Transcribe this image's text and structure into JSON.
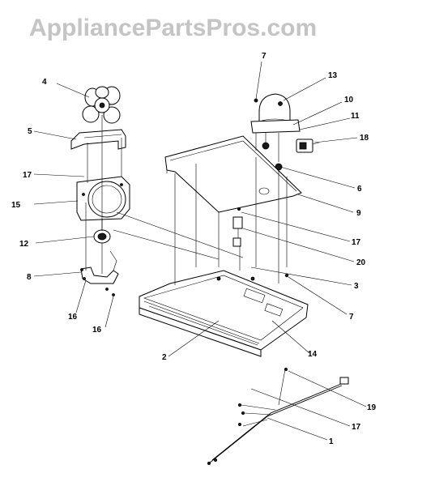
{
  "watermark": {
    "text": "AppliancePartsPros.com"
  },
  "callouts": [
    {
      "id": "c7a",
      "label": "7"
    },
    {
      "id": "c13",
      "label": "13"
    },
    {
      "id": "c4",
      "label": "4"
    },
    {
      "id": "c10",
      "label": "10"
    },
    {
      "id": "c11",
      "label": "11"
    },
    {
      "id": "c5",
      "label": "5"
    },
    {
      "id": "c18",
      "label": "18"
    },
    {
      "id": "c17a",
      "label": "17"
    },
    {
      "id": "c6",
      "label": "6"
    },
    {
      "id": "c15",
      "label": "15"
    },
    {
      "id": "c9",
      "label": "9"
    },
    {
      "id": "c17b",
      "label": "17"
    },
    {
      "id": "c12",
      "label": "12"
    },
    {
      "id": "c20",
      "label": "20"
    },
    {
      "id": "c8",
      "label": "8"
    },
    {
      "id": "c3",
      "label": "3"
    },
    {
      "id": "c16a",
      "label": "16"
    },
    {
      "id": "c7b",
      "label": "7"
    },
    {
      "id": "c16b",
      "label": "16"
    },
    {
      "id": "c14",
      "label": "14"
    },
    {
      "id": "c2",
      "label": "2"
    },
    {
      "id": "c19",
      "label": "19"
    },
    {
      "id": "c17c",
      "label": "17"
    },
    {
      "id": "c1",
      "label": "1"
    }
  ]
}
